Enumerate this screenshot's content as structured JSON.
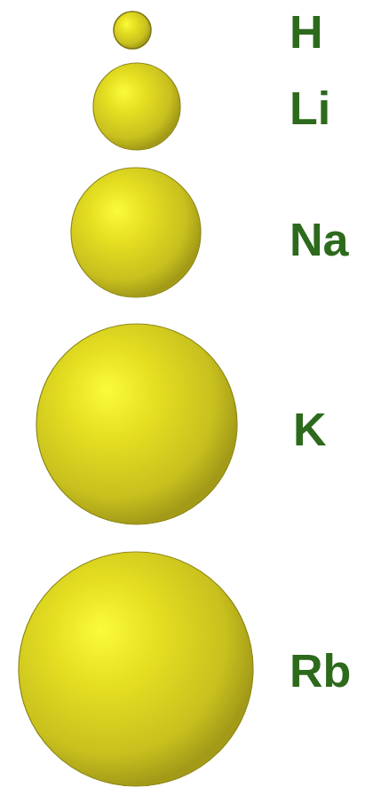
{
  "diagram": {
    "labels": [
      "H",
      "Li",
      "Na",
      "K",
      "Rb"
    ]
  }
}
